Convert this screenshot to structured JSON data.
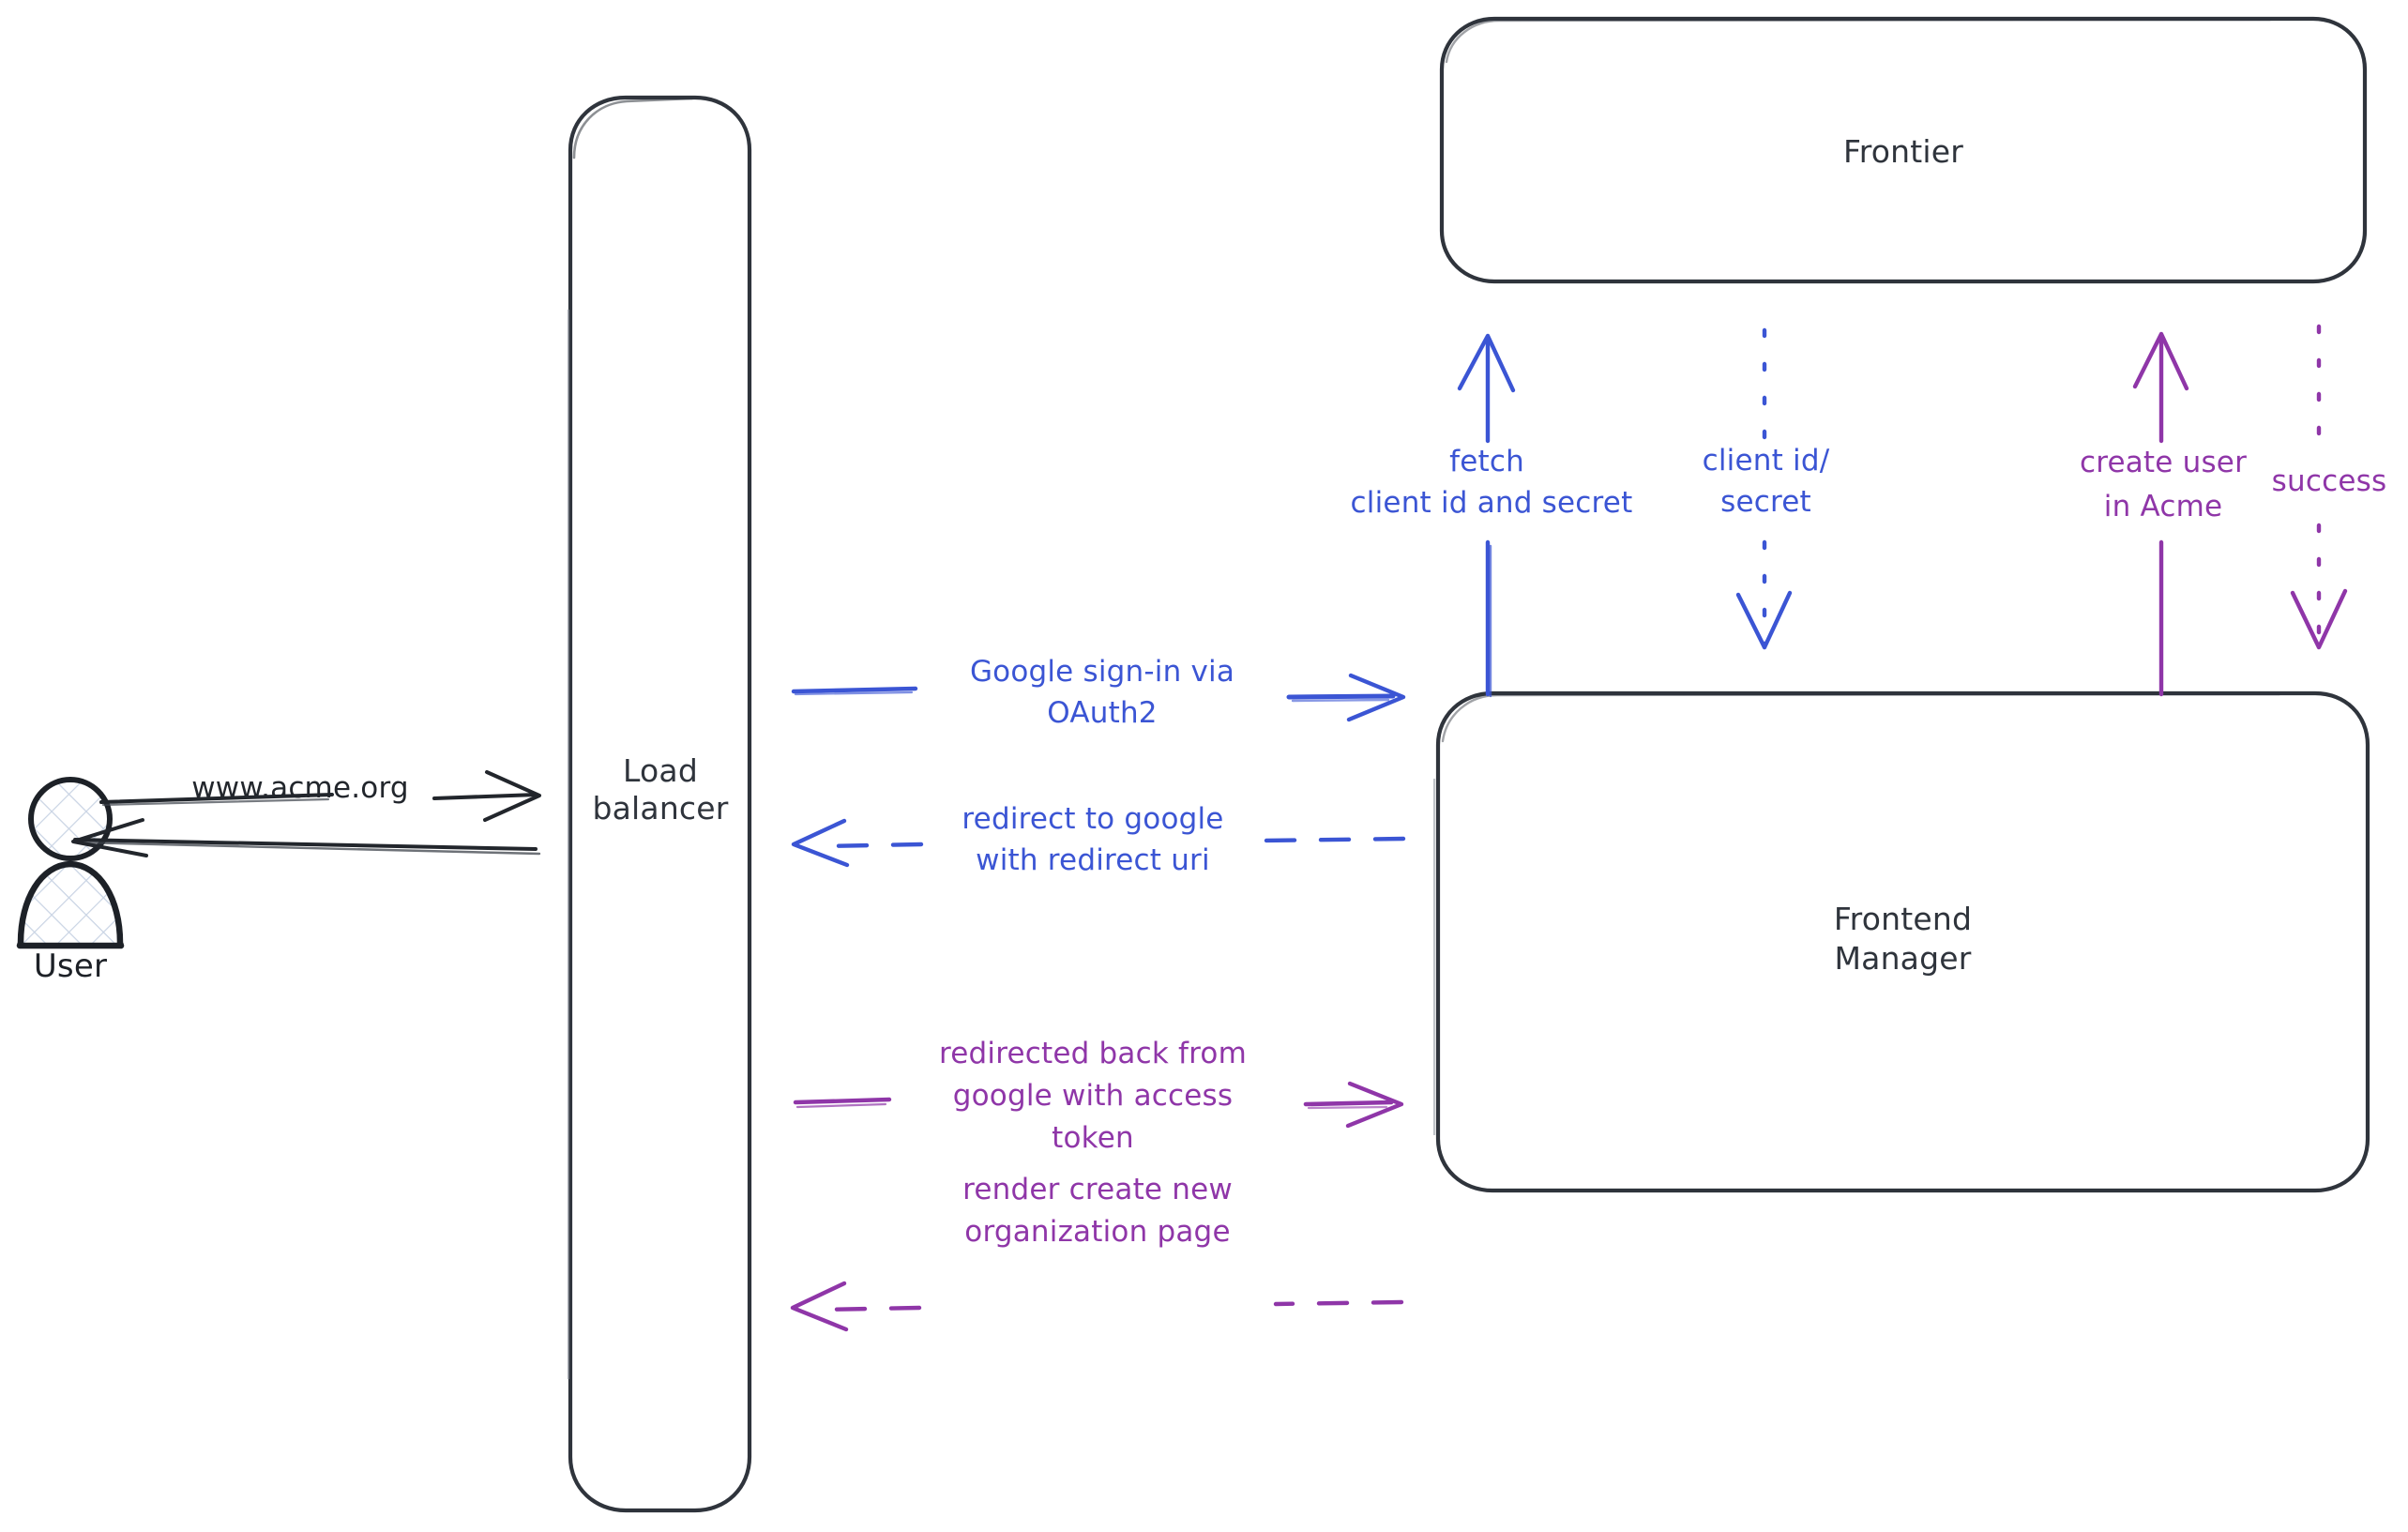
{
  "diagram": {
    "title": "Google OAuth2 sign-in flow",
    "background": "#ffffff",
    "style": "hand-drawn",
    "colors": {
      "stroke_dark": "#2f343c",
      "blue": "#3b55d4",
      "purple": "#8f36a8",
      "actor_fill": "#ffffff",
      "actor_hatch": "#c9d4e4"
    }
  },
  "actors": [
    {
      "id": "user",
      "name": "User",
      "label": "User",
      "shape": "person",
      "hatched": true
    }
  ],
  "nodes": [
    {
      "id": "load-balancer",
      "label": "Load\nbalancer",
      "line1": "Load",
      "line2": "balancer",
      "shape": "rounded-rectangle",
      "orientation": "vertical"
    },
    {
      "id": "frontier",
      "label": "Frontier",
      "line1": "Frontier",
      "line2": "",
      "shape": "rounded-rectangle",
      "orientation": "horizontal"
    },
    {
      "id": "frontend-manager",
      "label": "Frontend\nManager",
      "line1": "Frontend",
      "line2": "Manager",
      "shape": "rounded-rectangle",
      "orientation": "square"
    }
  ],
  "edges": [
    {
      "id": "user-to-lb",
      "from": "user",
      "to": "load-balancer",
      "label": "www.acme.org",
      "color": "#22262c",
      "style": "solid",
      "direction": "right"
    },
    {
      "id": "lb-to-user",
      "from": "load-balancer",
      "to": "user",
      "label": "",
      "color": "#22262c",
      "style": "solid",
      "direction": "left"
    },
    {
      "id": "fm-fetch-credentials",
      "from": "frontend-manager",
      "to": "frontier",
      "label": "fetch\nclient id and secret",
      "line1": "fetch",
      "line2": "client id and secret",
      "color": "#3b55d4",
      "style": "solid",
      "direction": "up"
    },
    {
      "id": "frontier-client-id-secret",
      "from": "frontier",
      "to": "frontend-manager",
      "label": "client id/\nsecret",
      "line1": "client id/",
      "line2": "secret",
      "color": "#3b55d4",
      "style": "dashed",
      "direction": "down"
    },
    {
      "id": "fm-create-user",
      "from": "frontend-manager",
      "to": "frontier",
      "label": "create user\nin Acme",
      "line1": "create user",
      "line2": "in Acme",
      "color": "#8f36a8",
      "style": "solid",
      "direction": "up"
    },
    {
      "id": "frontier-success",
      "from": "frontier",
      "to": "frontend-manager",
      "label": "success",
      "line1": "success",
      "line2": "",
      "color": "#8f36a8",
      "style": "dashed",
      "direction": "down"
    },
    {
      "id": "lb-google-signin",
      "from": "load-balancer",
      "to": "frontend-manager",
      "label": "Google sign-in via\nOAuth2",
      "line1": "Google sign-in via",
      "line2": "OAuth2",
      "color": "#3b55d4",
      "style": "solid",
      "direction": "right"
    },
    {
      "id": "fm-redirect-to-google",
      "from": "frontend-manager",
      "to": "load-balancer",
      "label": "redirect to google\nwith redirect uri",
      "line1": "redirect to google",
      "line2": "with redirect uri",
      "color": "#3b55d4",
      "style": "dashed",
      "direction": "left"
    },
    {
      "id": "lb-redirected-back",
      "from": "load-balancer",
      "to": "frontend-manager",
      "label": "redirected back from\ngoogle with access\ntoken",
      "line1": "redirected back from",
      "line2": "google with access",
      "line3": "token",
      "color": "#8f36a8",
      "style": "solid",
      "direction": "right"
    },
    {
      "id": "fm-render-org-page",
      "from": "frontend-manager",
      "to": "load-balancer",
      "label": "render create new\norganization page",
      "line1": "render create new",
      "line2": "organization page",
      "color": "#8f36a8",
      "style": "dashed",
      "direction": "left"
    }
  ]
}
